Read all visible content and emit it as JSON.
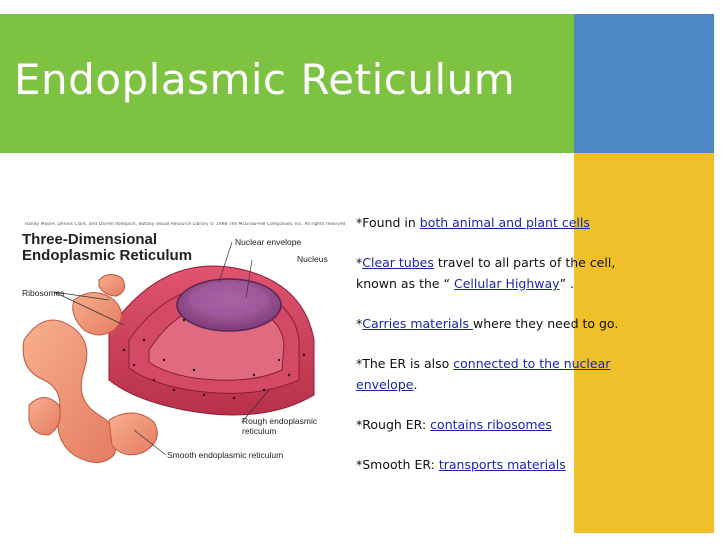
{
  "title": "Endoplasmic Reticulum",
  "figure": {
    "credit": "Randy Moore, Dennis Clark, and Darrell Vodopich, Botany Visual Resource Library © 1998 The McGraw-Hill Companies, Inc. All rights reserved.",
    "heading": "Three-Dimensional Endoplasmic Reticulum",
    "labels": {
      "nuclear_envelope": "Nuclear envelope",
      "nucleus": "Nucleus",
      "ribosomes": "Ribosomes",
      "rough_er": "Rough endoplasmic reticulum",
      "smooth_er": "Smooth endoplasmic reticulum"
    }
  },
  "bullets": {
    "b1": {
      "prefix": "*Found in ",
      "link": "both animal and plant cells"
    },
    "b2": {
      "prefix": "*",
      "link1": "Clear tubes",
      "mid": " travel to all parts of the cell, known as the “ ",
      "link2": "Cellular Highway",
      "suffix": "” ."
    },
    "b3": {
      "prefix": "*",
      "link": "Carries materials ",
      "suffix": "where they need to go."
    },
    "b4": {
      "prefix": "*The ER is also ",
      "link": "connected to the nuclear envelope",
      "suffix": "."
    },
    "b5": {
      "prefix": "*Rough ER: ",
      "link": "contains  ribosomes"
    },
    "b6": {
      "prefix": "*Smooth ER: ",
      "link": "transports materials"
    }
  },
  "colors": {
    "green": "#7ec242",
    "blue": "#4e87c6",
    "yellow": "#f0c02a",
    "link": "#1a25a8"
  }
}
